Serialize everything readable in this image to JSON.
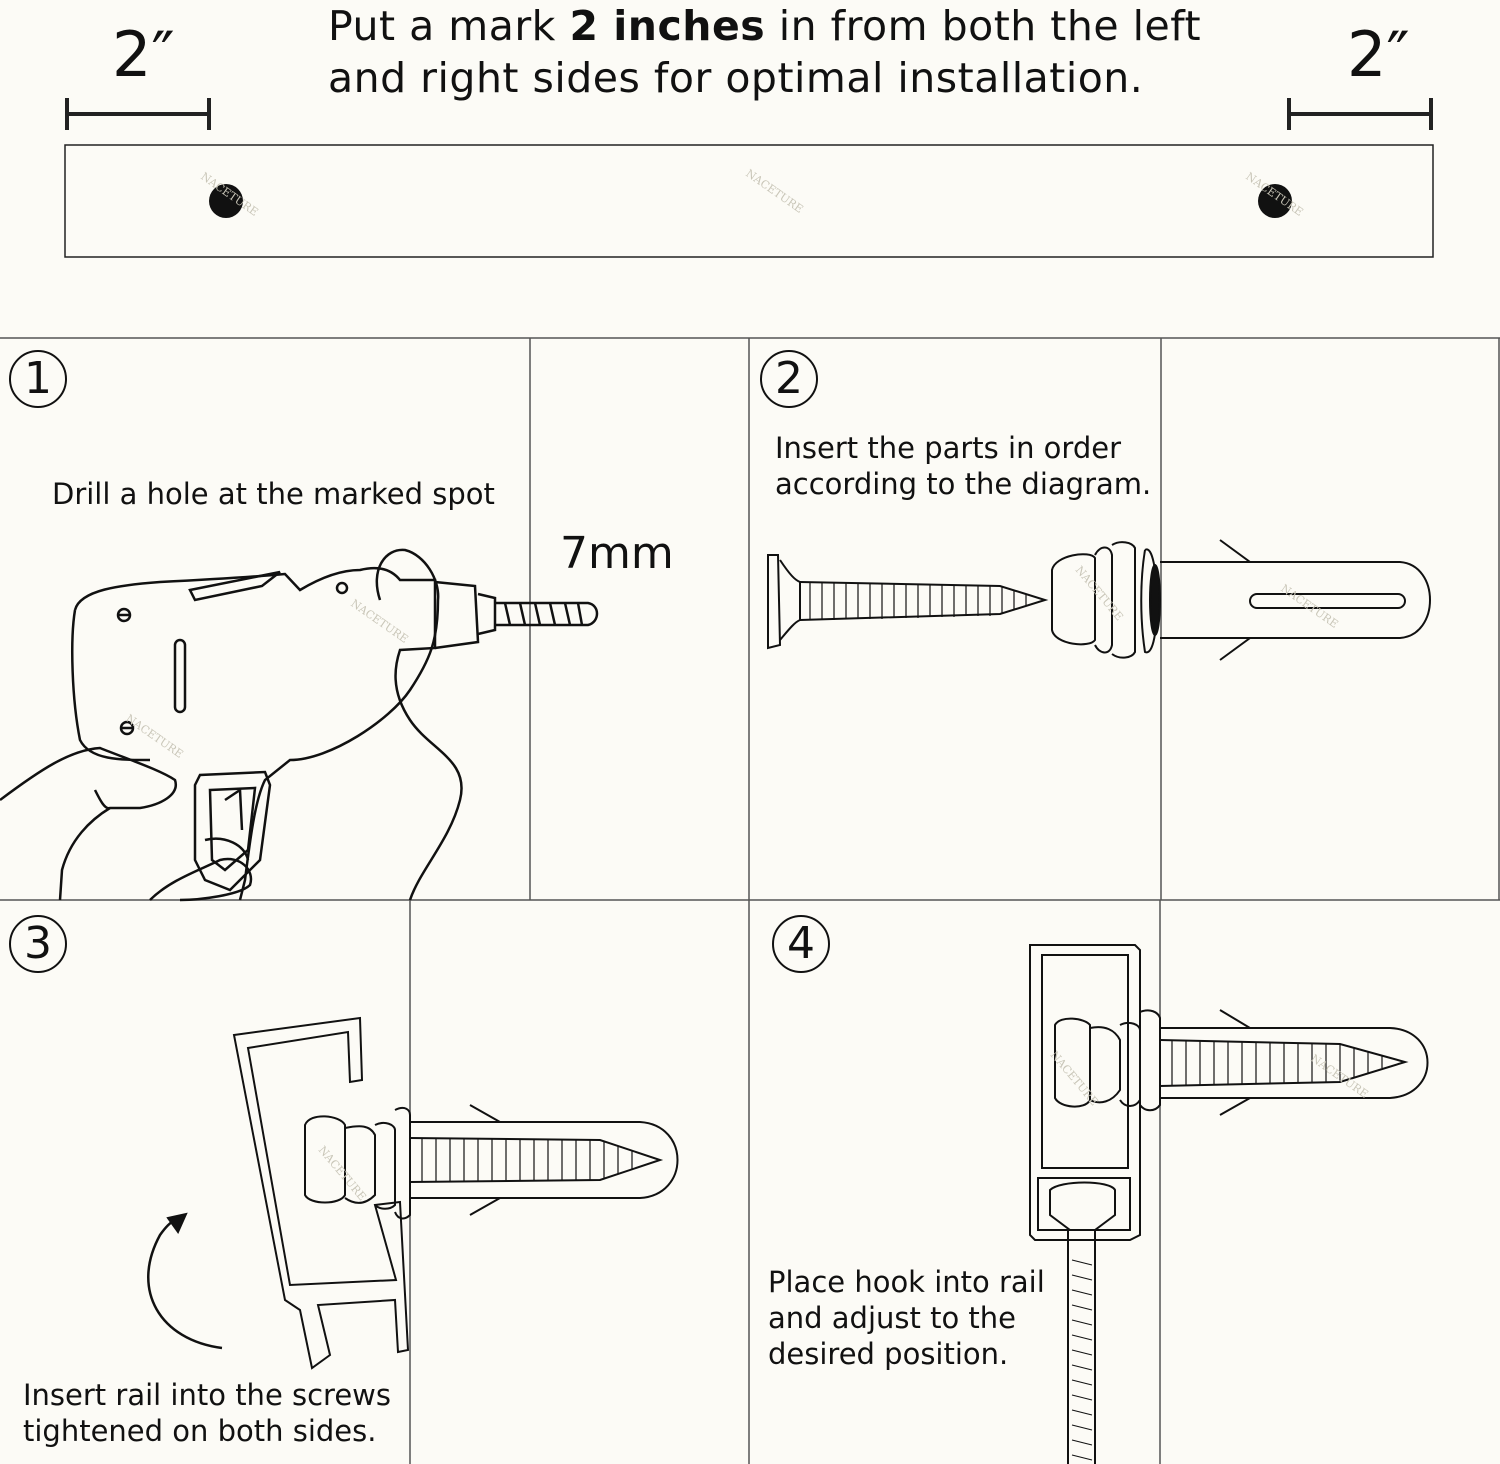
{
  "measure": {
    "left": "2″",
    "right": "2″"
  },
  "headline": {
    "line1_prefix": "Put a mark ",
    "line1_bold": "2 inches",
    "line1_suffix": " in from both the left",
    "line2": "and right sides for optimal installation."
  },
  "watermark": "NACETURE",
  "steps": [
    {
      "number": "1",
      "caption": "Drill a hole at the marked spot",
      "drill_size": "7mm"
    },
    {
      "number": "2",
      "caption_lines": [
        "Insert the parts in order",
        "according to the diagram."
      ]
    },
    {
      "number": "3",
      "caption_lines": [
        "Insert rail into the screws",
        "tightened on both sides."
      ]
    },
    {
      "number": "4",
      "caption_lines": [
        "Place hook into rail",
        "and adjust to the",
        "desired position."
      ]
    }
  ],
  "colors": {
    "background": "#fcfbf6",
    "ink": "#111111",
    "watermark": "#c9c6b8"
  }
}
